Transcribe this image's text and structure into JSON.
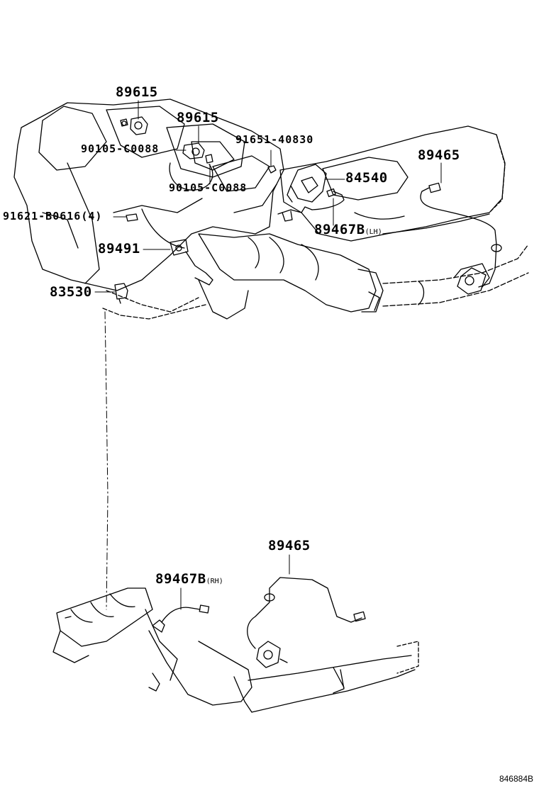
{
  "labels": {
    "sensor_89615_a": "89615",
    "sensor_89615_b": "89615",
    "bolt_90105_a": "90105-C0088",
    "bolt_90105_b": "90105-C0088",
    "bolt_91651": "91651-40830",
    "knock_84540": "84540",
    "o2_89465_top": "89465",
    "o2_89467_lh": "89467B",
    "o2_89467_lh_suffix": "(LH)",
    "bolt_91621": "91621-B0616(4)",
    "bracket_89491": "89491",
    "switch_83530": "83530",
    "o2_89465_bottom": "89465",
    "o2_89467_rh": "89467B",
    "o2_89467_rh_suffix": "(RH)"
  },
  "diagram_code": "846884B",
  "colors": {
    "line": "#000000",
    "background": "#ffffff"
  }
}
